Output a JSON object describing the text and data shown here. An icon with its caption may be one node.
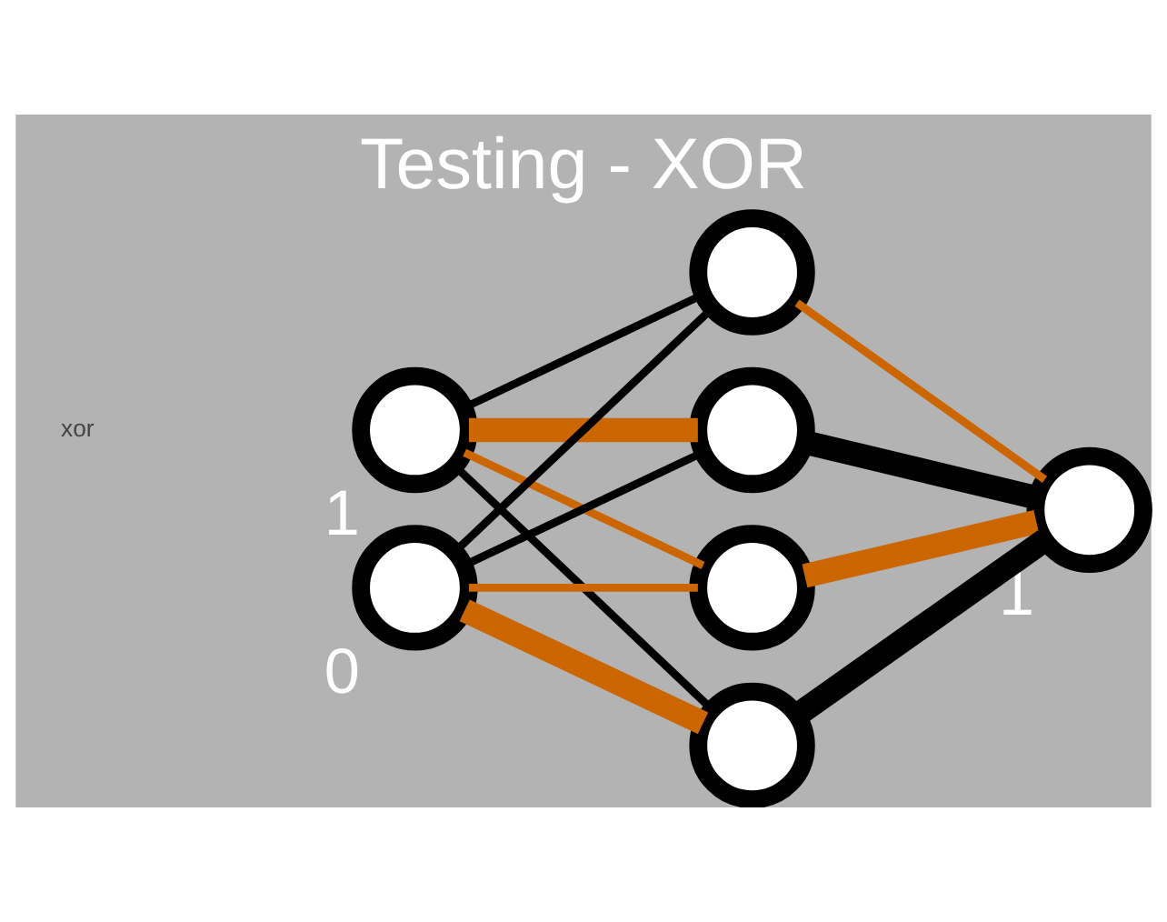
{
  "diagram": {
    "title": "Testing - XOR",
    "nodes": [
      {
        "text": [],
        "shape": "circle",
        "beside": [
          "1"
        ]
      },
      {
        "text": [],
        "shape": "circle",
        "beside": [
          "0"
        ]
      },
      {
        "text": [],
        "shape": "circle"
      },
      {
        "text": [],
        "shape": "circle"
      },
      {
        "text": [],
        "shape": "circle"
      },
      {
        "text": [],
        "shape": "circle"
      },
      {
        "text": [],
        "shape": "circle",
        "beside": [
          "1"
        ]
      }
    ],
    "edges": [
      {
        "from": 0,
        "to": 2,
        "arrow": "none"
      },
      {
        "from": 0,
        "to": 3,
        "arrow": "none",
        "style": "thick",
        "color": "#cc6600"
      },
      {
        "from": 0,
        "to": 4,
        "arrow": "none",
        "color": "#cc6600"
      },
      {
        "from": 0,
        "to": 5,
        "arrow": "none"
      },
      {
        "from": 1,
        "to": 2,
        "arrow": "none"
      },
      {
        "from": 1,
        "to": 3,
        "arrow": "none"
      },
      {
        "from": 1,
        "to": 4,
        "arrow": "none",
        "color": "#cc6600"
      },
      {
        "from": 1,
        "to": 5,
        "arrow": "none",
        "style": "thick",
        "color": "#cc6600"
      },
      {
        "from": 2,
        "to": 6,
        "arrow": "none",
        "color": "#cc6600"
      },
      {
        "from": 3,
        "to": 6,
        "arrow": "none",
        "style": "thick"
      },
      {
        "from": 4,
        "to": 6,
        "arrow": "none",
        "style": "thick",
        "color": "#cc6600"
      },
      {
        "from": 5,
        "to": 6,
        "arrow": "none",
        "style": "thick"
      }
    ],
    "labels": [
      "xor"
    ]
  }
}
